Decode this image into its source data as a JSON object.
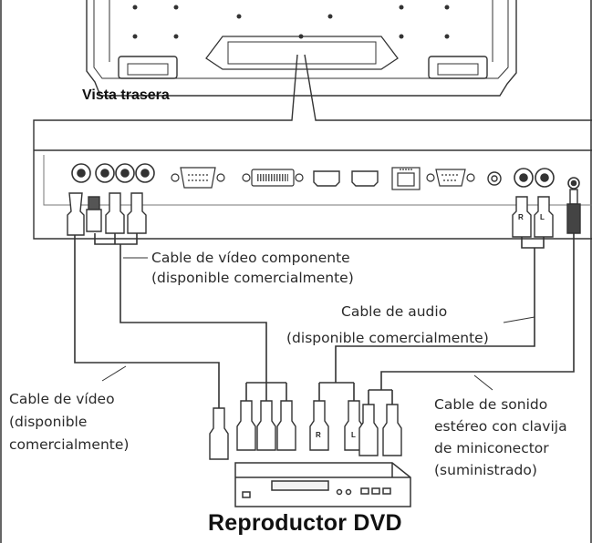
{
  "rear_view_label": "Vista trasera",
  "device_title": "Reproductor DVD",
  "cables": {
    "component": {
      "line1": "Cable de vídeo componente",
      "line2": "(disponible comercialmente)"
    },
    "audio": {
      "line1": "Cable de audio",
      "line2": "(disponible comercialmente)"
    },
    "video": {
      "line1": "Cable de vídeo",
      "line2": "(disponible",
      "line3": "comercialmente)"
    },
    "stereo": {
      "line1": "Cable de sonido",
      "line2": "estéreo con clavija",
      "line3": "de miniconector",
      "line4": "(suministrado)"
    }
  },
  "plug_marks": {
    "right": "R",
    "left": "L"
  }
}
